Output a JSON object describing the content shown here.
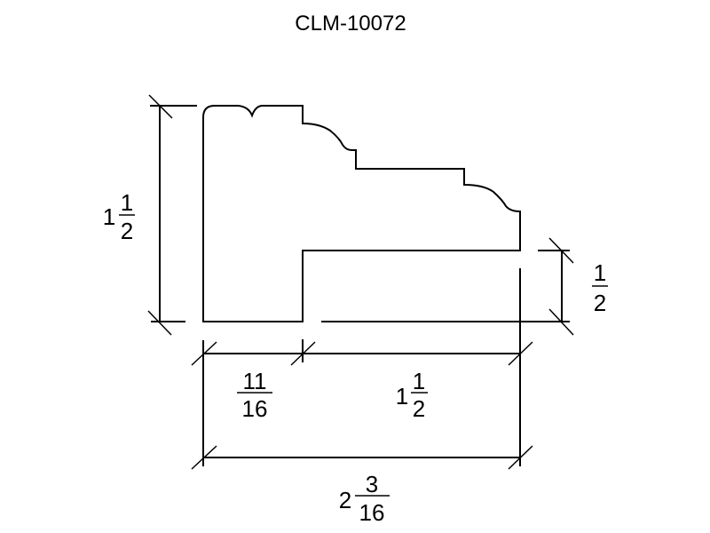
{
  "title": "CLM-10072",
  "dimensions": {
    "height": {
      "whole": "1",
      "num": "1",
      "den": "2"
    },
    "rabbet_depth": {
      "whole": "",
      "num": "1",
      "den": "2"
    },
    "rabbet_lip": {
      "whole": "",
      "num": "11",
      "den": "16"
    },
    "rabbet_width": {
      "whole": "1",
      "num": "1",
      "den": "2"
    },
    "overall_width": {
      "whole": "2",
      "num": "3",
      "den": "16"
    }
  },
  "colors": {
    "line": "#000000",
    "background": "#ffffff"
  }
}
